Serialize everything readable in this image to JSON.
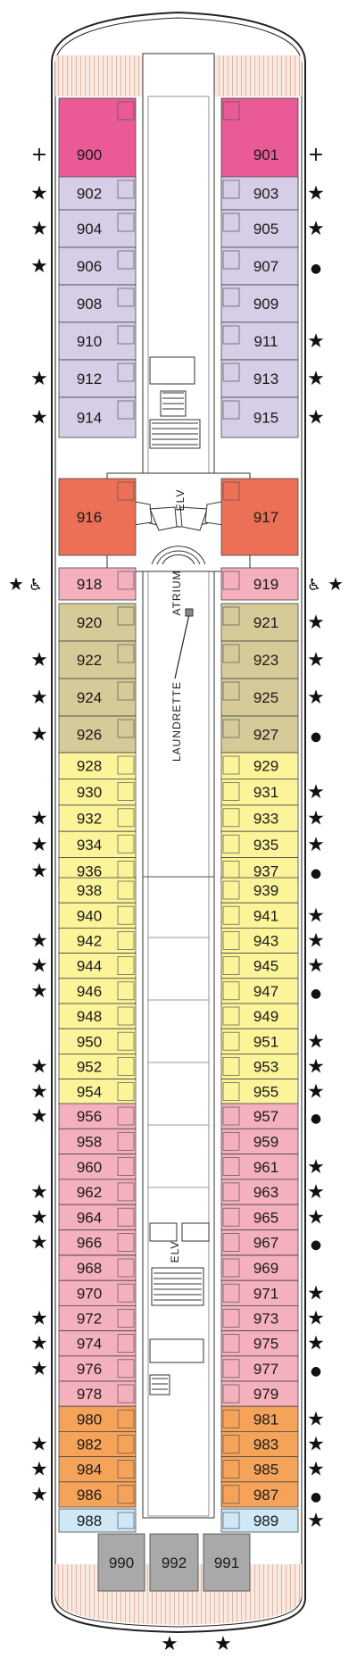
{
  "colors": {
    "magenta": "#ea5a96",
    "lavender": "#d6cde6",
    "coral": "#ec7055",
    "pink": "#f5b0bd",
    "olive": "#d5cb99",
    "yellow": "#fbf499",
    "orange": "#f6a35a",
    "lightblue": "#cfe8f6",
    "gray": "#a9a9a9"
  },
  "labels": {
    "atrium": "ATRIUM",
    "laundrette": "LAUNDRETTE",
    "elevator": "ELV"
  },
  "marker_legend": {
    "star": "★",
    "dot": "●",
    "plus": "+",
    "accessible": "♿"
  },
  "cabins": [
    {
      "num": "900",
      "side": "L",
      "type": "magenta",
      "mark": "plus"
    },
    {
      "num": "901",
      "side": "R",
      "type": "magenta",
      "mark": "plus"
    },
    {
      "num": "902",
      "side": "L",
      "type": "lavender",
      "mark": "star"
    },
    {
      "num": "903",
      "side": "R",
      "type": "lavender",
      "mark": "star"
    },
    {
      "num": "904",
      "side": "L",
      "type": "lavender",
      "mark": "star"
    },
    {
      "num": "905",
      "side": "R",
      "type": "lavender",
      "mark": "star"
    },
    {
      "num": "906",
      "side": "L",
      "type": "lavender",
      "mark": "star"
    },
    {
      "num": "907",
      "side": "R",
      "type": "lavender",
      "mark": "dot"
    },
    {
      "num": "908",
      "side": "L",
      "type": "lavender",
      "mark": ""
    },
    {
      "num": "909",
      "side": "R",
      "type": "lavender",
      "mark": ""
    },
    {
      "num": "910",
      "side": "L",
      "type": "lavender",
      "mark": ""
    },
    {
      "num": "911",
      "side": "R",
      "type": "lavender",
      "mark": "star"
    },
    {
      "num": "912",
      "side": "L",
      "type": "lavender",
      "mark": "star"
    },
    {
      "num": "913",
      "side": "R",
      "type": "lavender",
      "mark": "star"
    },
    {
      "num": "914",
      "side": "L",
      "type": "lavender",
      "mark": "star"
    },
    {
      "num": "915",
      "side": "R",
      "type": "lavender",
      "mark": "star"
    },
    {
      "num": "916",
      "side": "L",
      "type": "coral",
      "mark": ""
    },
    {
      "num": "917",
      "side": "R",
      "type": "coral",
      "mark": ""
    },
    {
      "num": "918",
      "side": "L",
      "type": "pink",
      "mark": "accessible"
    },
    {
      "num": "919",
      "side": "R",
      "type": "pink",
      "mark": "accessible"
    },
    {
      "num": "920",
      "side": "L",
      "type": "olive",
      "mark": ""
    },
    {
      "num": "921",
      "side": "R",
      "type": "olive",
      "mark": "star"
    },
    {
      "num": "922",
      "side": "L",
      "type": "olive",
      "mark": "star"
    },
    {
      "num": "923",
      "side": "R",
      "type": "olive",
      "mark": "star"
    },
    {
      "num": "924",
      "side": "L",
      "type": "olive",
      "mark": "star"
    },
    {
      "num": "925",
      "side": "R",
      "type": "olive",
      "mark": "star"
    },
    {
      "num": "926",
      "side": "L",
      "type": "olive",
      "mark": "star"
    },
    {
      "num": "927",
      "side": "R",
      "type": "olive",
      "mark": "dot"
    },
    {
      "num": "928",
      "side": "L",
      "type": "yellow",
      "mark": ""
    },
    {
      "num": "929",
      "side": "R",
      "type": "yellow",
      "mark": ""
    },
    {
      "num": "930",
      "side": "L",
      "type": "yellow",
      "mark": ""
    },
    {
      "num": "931",
      "side": "R",
      "type": "yellow",
      "mark": "star"
    },
    {
      "num": "932",
      "side": "L",
      "type": "yellow",
      "mark": "star"
    },
    {
      "num": "933",
      "side": "R",
      "type": "yellow",
      "mark": "star"
    },
    {
      "num": "934",
      "side": "L",
      "type": "yellow",
      "mark": "star"
    },
    {
      "num": "935",
      "side": "R",
      "type": "yellow",
      "mark": "star"
    },
    {
      "num": "936",
      "side": "L",
      "type": "yellow",
      "mark": "star"
    },
    {
      "num": "937",
      "side": "R",
      "type": "yellow",
      "mark": "dot"
    },
    {
      "num": "938",
      "side": "L",
      "type": "yellow",
      "mark": ""
    },
    {
      "num": "939",
      "side": "R",
      "type": "yellow",
      "mark": ""
    },
    {
      "num": "940",
      "side": "L",
      "type": "yellow",
      "mark": ""
    },
    {
      "num": "941",
      "side": "R",
      "type": "yellow",
      "mark": "star"
    },
    {
      "num": "942",
      "side": "L",
      "type": "yellow",
      "mark": "star"
    },
    {
      "num": "943",
      "side": "R",
      "type": "yellow",
      "mark": "star"
    },
    {
      "num": "944",
      "side": "L",
      "type": "yellow",
      "mark": "star"
    },
    {
      "num": "945",
      "side": "R",
      "type": "yellow",
      "mark": "star"
    },
    {
      "num": "946",
      "side": "L",
      "type": "yellow",
      "mark": "star"
    },
    {
      "num": "947",
      "side": "R",
      "type": "yellow",
      "mark": "dot"
    },
    {
      "num": "948",
      "side": "L",
      "type": "yellow",
      "mark": ""
    },
    {
      "num": "949",
      "side": "R",
      "type": "yellow",
      "mark": ""
    },
    {
      "num": "950",
      "side": "L",
      "type": "yellow",
      "mark": ""
    },
    {
      "num": "951",
      "side": "R",
      "type": "yellow",
      "mark": "star"
    },
    {
      "num": "952",
      "side": "L",
      "type": "yellow",
      "mark": "star"
    },
    {
      "num": "953",
      "side": "R",
      "type": "yellow",
      "mark": "star"
    },
    {
      "num": "954",
      "side": "L",
      "type": "yellow",
      "mark": "star"
    },
    {
      "num": "955",
      "side": "R",
      "type": "yellow",
      "mark": "star"
    },
    {
      "num": "956",
      "side": "L",
      "type": "pink",
      "mark": "star"
    },
    {
      "num": "957",
      "side": "R",
      "type": "pink",
      "mark": "dot"
    },
    {
      "num": "958",
      "side": "L",
      "type": "pink",
      "mark": ""
    },
    {
      "num": "959",
      "side": "R",
      "type": "pink",
      "mark": ""
    },
    {
      "num": "960",
      "side": "L",
      "type": "pink",
      "mark": ""
    },
    {
      "num": "961",
      "side": "R",
      "type": "pink",
      "mark": "star"
    },
    {
      "num": "962",
      "side": "L",
      "type": "pink",
      "mark": "star"
    },
    {
      "num": "963",
      "side": "R",
      "type": "pink",
      "mark": "star"
    },
    {
      "num": "964",
      "side": "L",
      "type": "pink",
      "mark": "star"
    },
    {
      "num": "965",
      "side": "R",
      "type": "pink",
      "mark": "star"
    },
    {
      "num": "966",
      "side": "L",
      "type": "pink",
      "mark": "star"
    },
    {
      "num": "967",
      "side": "R",
      "type": "pink",
      "mark": "dot"
    },
    {
      "num": "968",
      "side": "L",
      "type": "pink",
      "mark": ""
    },
    {
      "num": "969",
      "side": "R",
      "type": "pink",
      "mark": ""
    },
    {
      "num": "970",
      "side": "L",
      "type": "pink",
      "mark": ""
    },
    {
      "num": "971",
      "side": "R",
      "type": "pink",
      "mark": "star"
    },
    {
      "num": "972",
      "side": "L",
      "type": "pink",
      "mark": "star"
    },
    {
      "num": "973",
      "side": "R",
      "type": "pink",
      "mark": "star"
    },
    {
      "num": "974",
      "side": "L",
      "type": "pink",
      "mark": "star"
    },
    {
      "num": "975",
      "side": "R",
      "type": "pink",
      "mark": "star"
    },
    {
      "num": "976",
      "side": "L",
      "type": "pink",
      "mark": "star"
    },
    {
      "num": "977",
      "side": "R",
      "type": "pink",
      "mark": "dot"
    },
    {
      "num": "978",
      "side": "L",
      "type": "pink",
      "mark": ""
    },
    {
      "num": "979",
      "side": "R",
      "type": "pink",
      "mark": ""
    },
    {
      "num": "980",
      "side": "L",
      "type": "orange",
      "mark": ""
    },
    {
      "num": "981",
      "side": "R",
      "type": "orange",
      "mark": "star"
    },
    {
      "num": "982",
      "side": "L",
      "type": "orange",
      "mark": "star"
    },
    {
      "num": "983",
      "side": "R",
      "type": "orange",
      "mark": "star"
    },
    {
      "num": "984",
      "side": "L",
      "type": "orange",
      "mark": "star"
    },
    {
      "num": "985",
      "side": "R",
      "type": "orange",
      "mark": "star"
    },
    {
      "num": "986",
      "side": "L",
      "type": "orange",
      "mark": "star"
    },
    {
      "num": "987",
      "side": "R",
      "type": "orange",
      "mark": "dot"
    },
    {
      "num": "988",
      "side": "L",
      "type": "lightblue",
      "mark": ""
    },
    {
      "num": "989",
      "side": "R",
      "type": "lightblue",
      "mark": "star"
    },
    {
      "num": "990",
      "side": "C",
      "type": "gray",
      "mark": ""
    },
    {
      "num": "992",
      "side": "C",
      "type": "gray",
      "mark": "star"
    },
    {
      "num": "991",
      "side": "C",
      "type": "gray",
      "mark": "star"
    }
  ]
}
